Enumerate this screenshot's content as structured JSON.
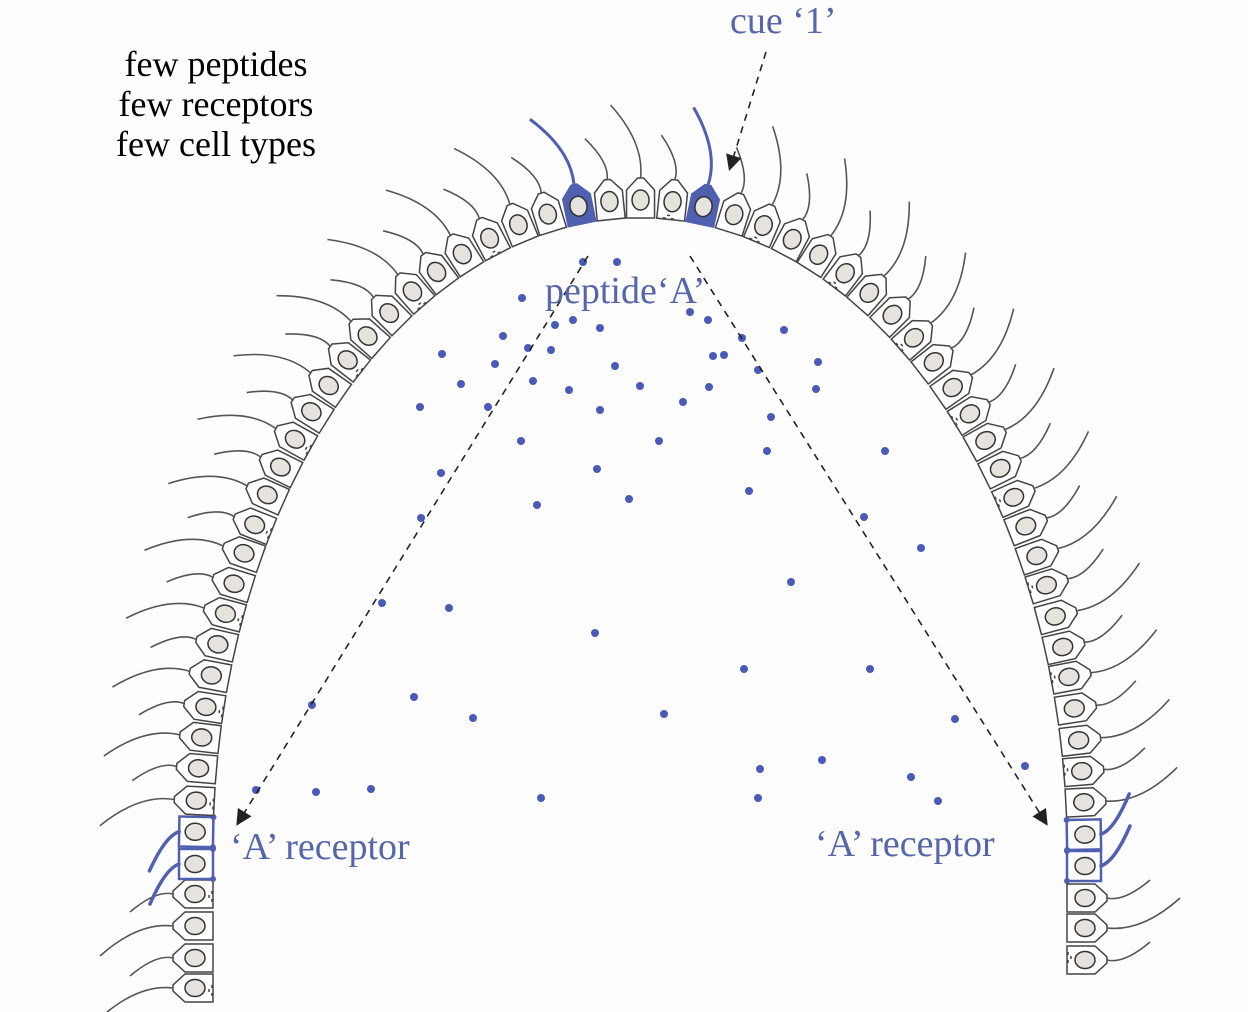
{
  "summary_lines": [
    "few peptides",
    "few receptors",
    "few cell types"
  ],
  "labels": {
    "cue": "cue ‘1’",
    "peptide": "peptide‘A’",
    "receptor_left": "‘A’ receptor",
    "receptor_right": "‘A’ receptor"
  },
  "colors": {
    "accent": "#5060b0",
    "outline": "#444444",
    "nucleus": "#e6e3de",
    "dot": "#4a5ab8"
  }
}
